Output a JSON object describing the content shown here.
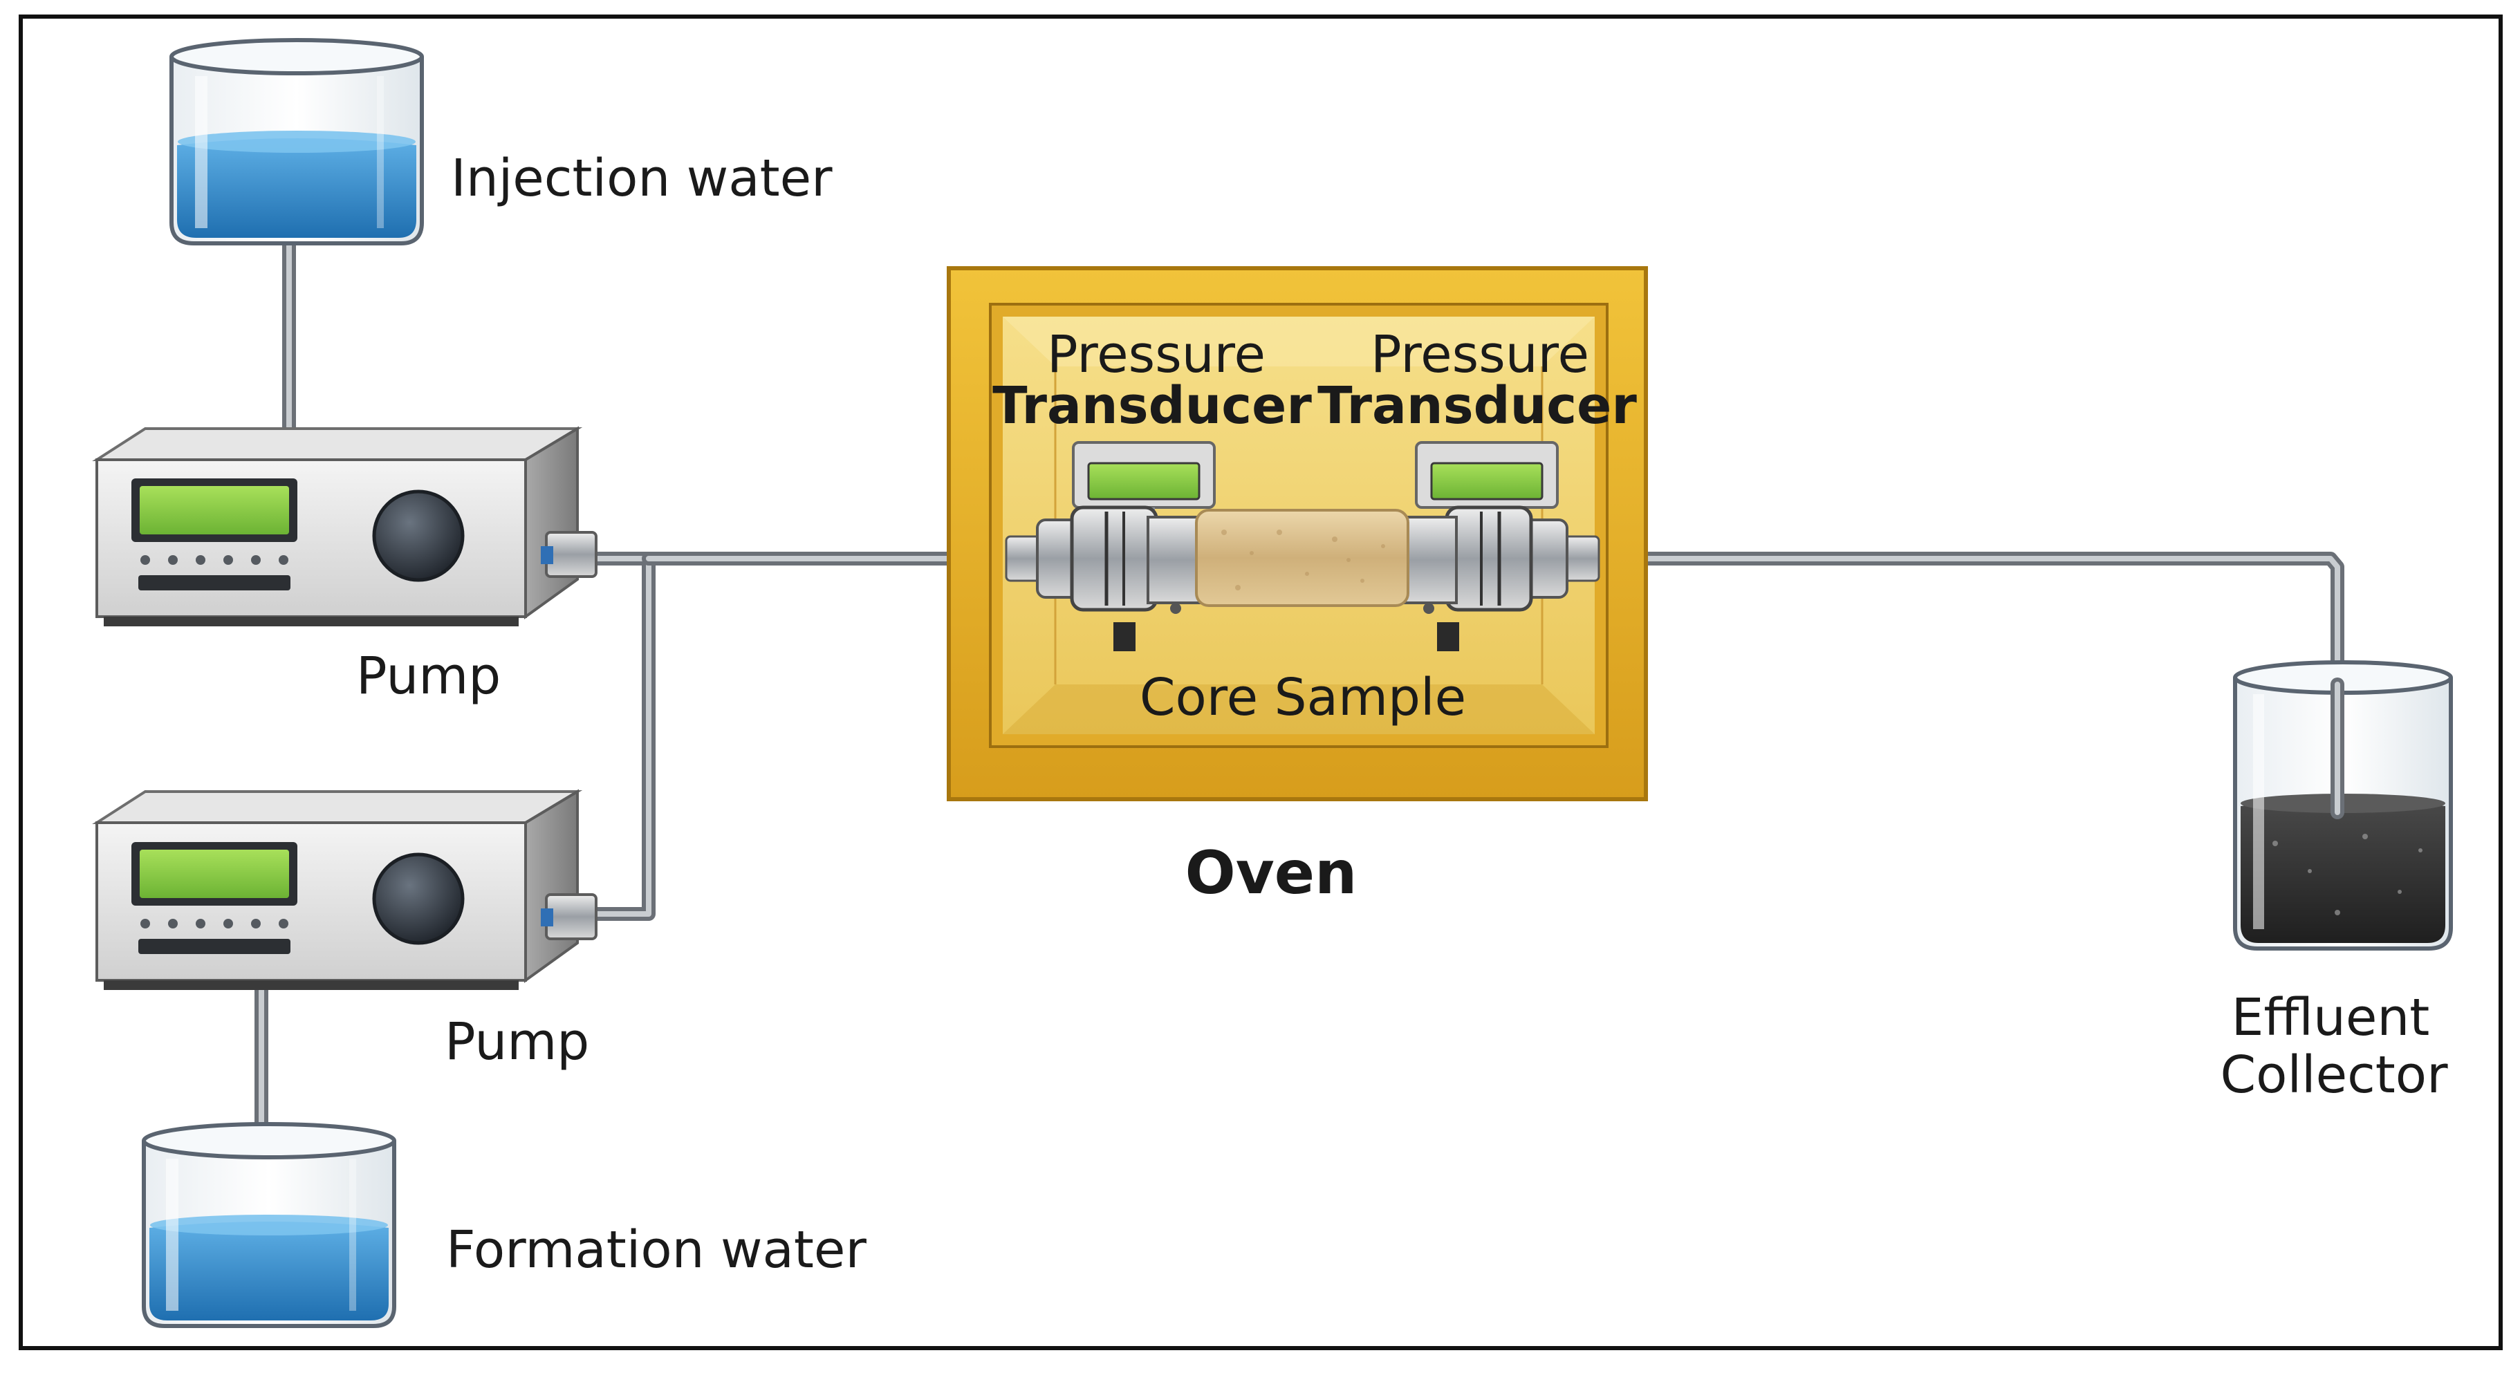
{
  "labels": {
    "injection_water": "Injection water",
    "pump_top": "Pump",
    "pump_bottom": "Pump",
    "formation_water": "Formation water",
    "pressure_transducer_left_1": "Pressure",
    "pressure_transducer_left_2": "Transducer",
    "pressure_transducer_right_1": "Pressure",
    "pressure_transducer_right_2": "Transducer",
    "core_sample": "Core Sample",
    "oven": "Oven",
    "effluent_collector_1": "Effluent",
    "effluent_collector_2": "Collector"
  },
  "colors": {
    "frame": "#111111",
    "water_blue": "#2f86c8",
    "oven_gold": "#e7b52a",
    "oven_inner": "#f3d46a",
    "pump_display": "#8fd14a",
    "core_sand": "#d9bf8e",
    "effluent_dark": "#2a2a2a",
    "tubing": "#8a8f95"
  }
}
